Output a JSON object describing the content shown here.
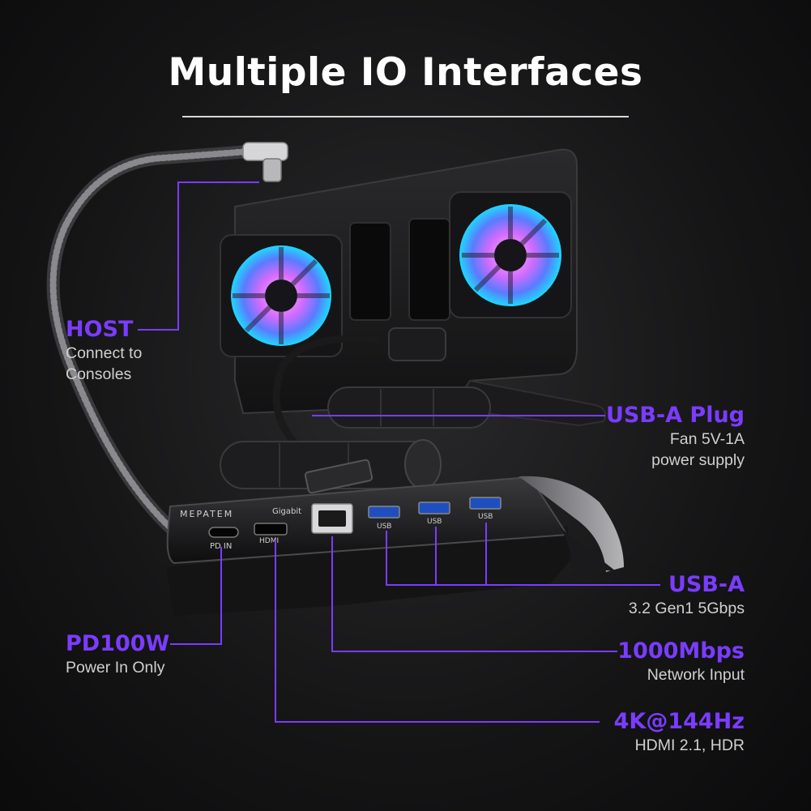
{
  "title": "Multiple IO Interfaces",
  "accent": "#7a3cff",
  "callouts": {
    "host": {
      "head": "HOST",
      "line1": "Connect to",
      "line2": "Consoles"
    },
    "usb_plug": {
      "head": "USB-A Plug",
      "line1": "Fan 5V-1A",
      "line2": "power supply"
    },
    "usb_a": {
      "head": "USB-A",
      "line1": "3.2 Gen1 5Gbps"
    },
    "pd": {
      "head": "PD100W",
      "line1": "Power In Only"
    },
    "network": {
      "head": "1000Mbps",
      "line1": "Network Input"
    },
    "hdmi": {
      "head": "4K@144Hz",
      "line1": "HDMI 2.1, HDR"
    }
  },
  "device": {
    "brand": "MEPATEM",
    "pd_label": "PD IN",
    "hdmi_label": "HDMI",
    "gigabit_label": "Gigabit",
    "usb_labels": [
      "USB",
      "USB",
      "USB"
    ]
  }
}
